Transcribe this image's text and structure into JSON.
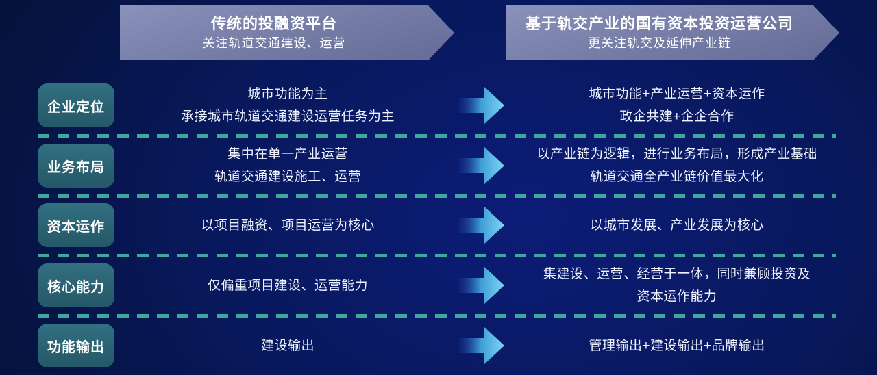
{
  "headers": {
    "left": {
      "title": "传统的投融资平台",
      "subtitle": "关注轨道交通建设、运营"
    },
    "right": {
      "title": "基于轨交产业的国有资本投资运营公司",
      "subtitle": "更关注轨交及延伸产业链"
    }
  },
  "rows": [
    {
      "label": "企业定位",
      "left_line1": "城市功能为主",
      "left_line2": "承接城市轨道交通建设运营任务为主",
      "right_line1": "城市功能+产业运营+资本运作",
      "right_line2": "政企共建+企企合作"
    },
    {
      "label": "业务布局",
      "left_line1": "集中在单一产业运营",
      "left_line2": "轨道交通建设施工、运营",
      "right_line1": "以产业链为逻辑，进行业务布局，形成产业基础",
      "right_line2": "轨道交通全产业链价值最大化"
    },
    {
      "label": "资本运作",
      "left_line1": "以项目融资、项目运营为核心",
      "left_line2": "",
      "right_line1": "以城市发展、产业发展为核心",
      "right_line2": ""
    },
    {
      "label": "核心能力",
      "left_line1": "仅偏重项目建设、运营能力",
      "left_line2": "",
      "right_line1": "集建设、运营、经营于一体，同时兼顾投资及",
      "right_line2": "资本运作能力"
    },
    {
      "label": "功能输出",
      "left_line1": "建设输出",
      "left_line2": "",
      "right_line1": "管理输出+建设输出+品牌输出",
      "right_line2": ""
    }
  ],
  "colors": {
    "background_center": "#0c1c78",
    "background_edge": "#030e26",
    "header_fill": "#747ca6",
    "label_fill": "#2a6272",
    "divider_teal": "#3fa89e",
    "arrow_tip_blue": "#7fd4f4",
    "text": "#eef3ff"
  }
}
